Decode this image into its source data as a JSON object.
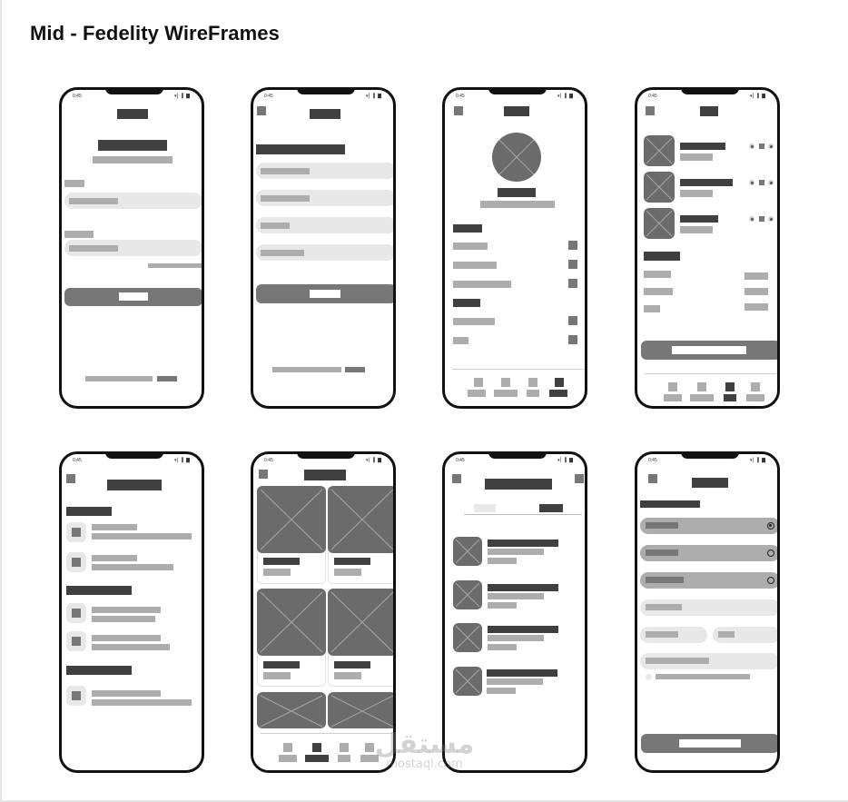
{
  "page": {
    "title": "Mid - Fedelity WireFrames"
  },
  "phone_status": {
    "time": "0:45",
    "icons": "▾▏▍▇"
  },
  "watermark": {
    "arabic": "مستقل",
    "latin": "mostaql.com"
  },
  "screens": [
    {
      "name": "login"
    },
    {
      "name": "sign-up"
    },
    {
      "name": "profile"
    },
    {
      "name": "list-cart"
    },
    {
      "name": "settings-list"
    },
    {
      "name": "product-grid"
    },
    {
      "name": "tabbed-list"
    },
    {
      "name": "form-options"
    }
  ],
  "colors": {
    "dark_block": "#404040",
    "mid_block": "#777777",
    "light_block": "#adadad",
    "field": "#e8e8e8",
    "image_placeholder": "#6b6b6b"
  }
}
